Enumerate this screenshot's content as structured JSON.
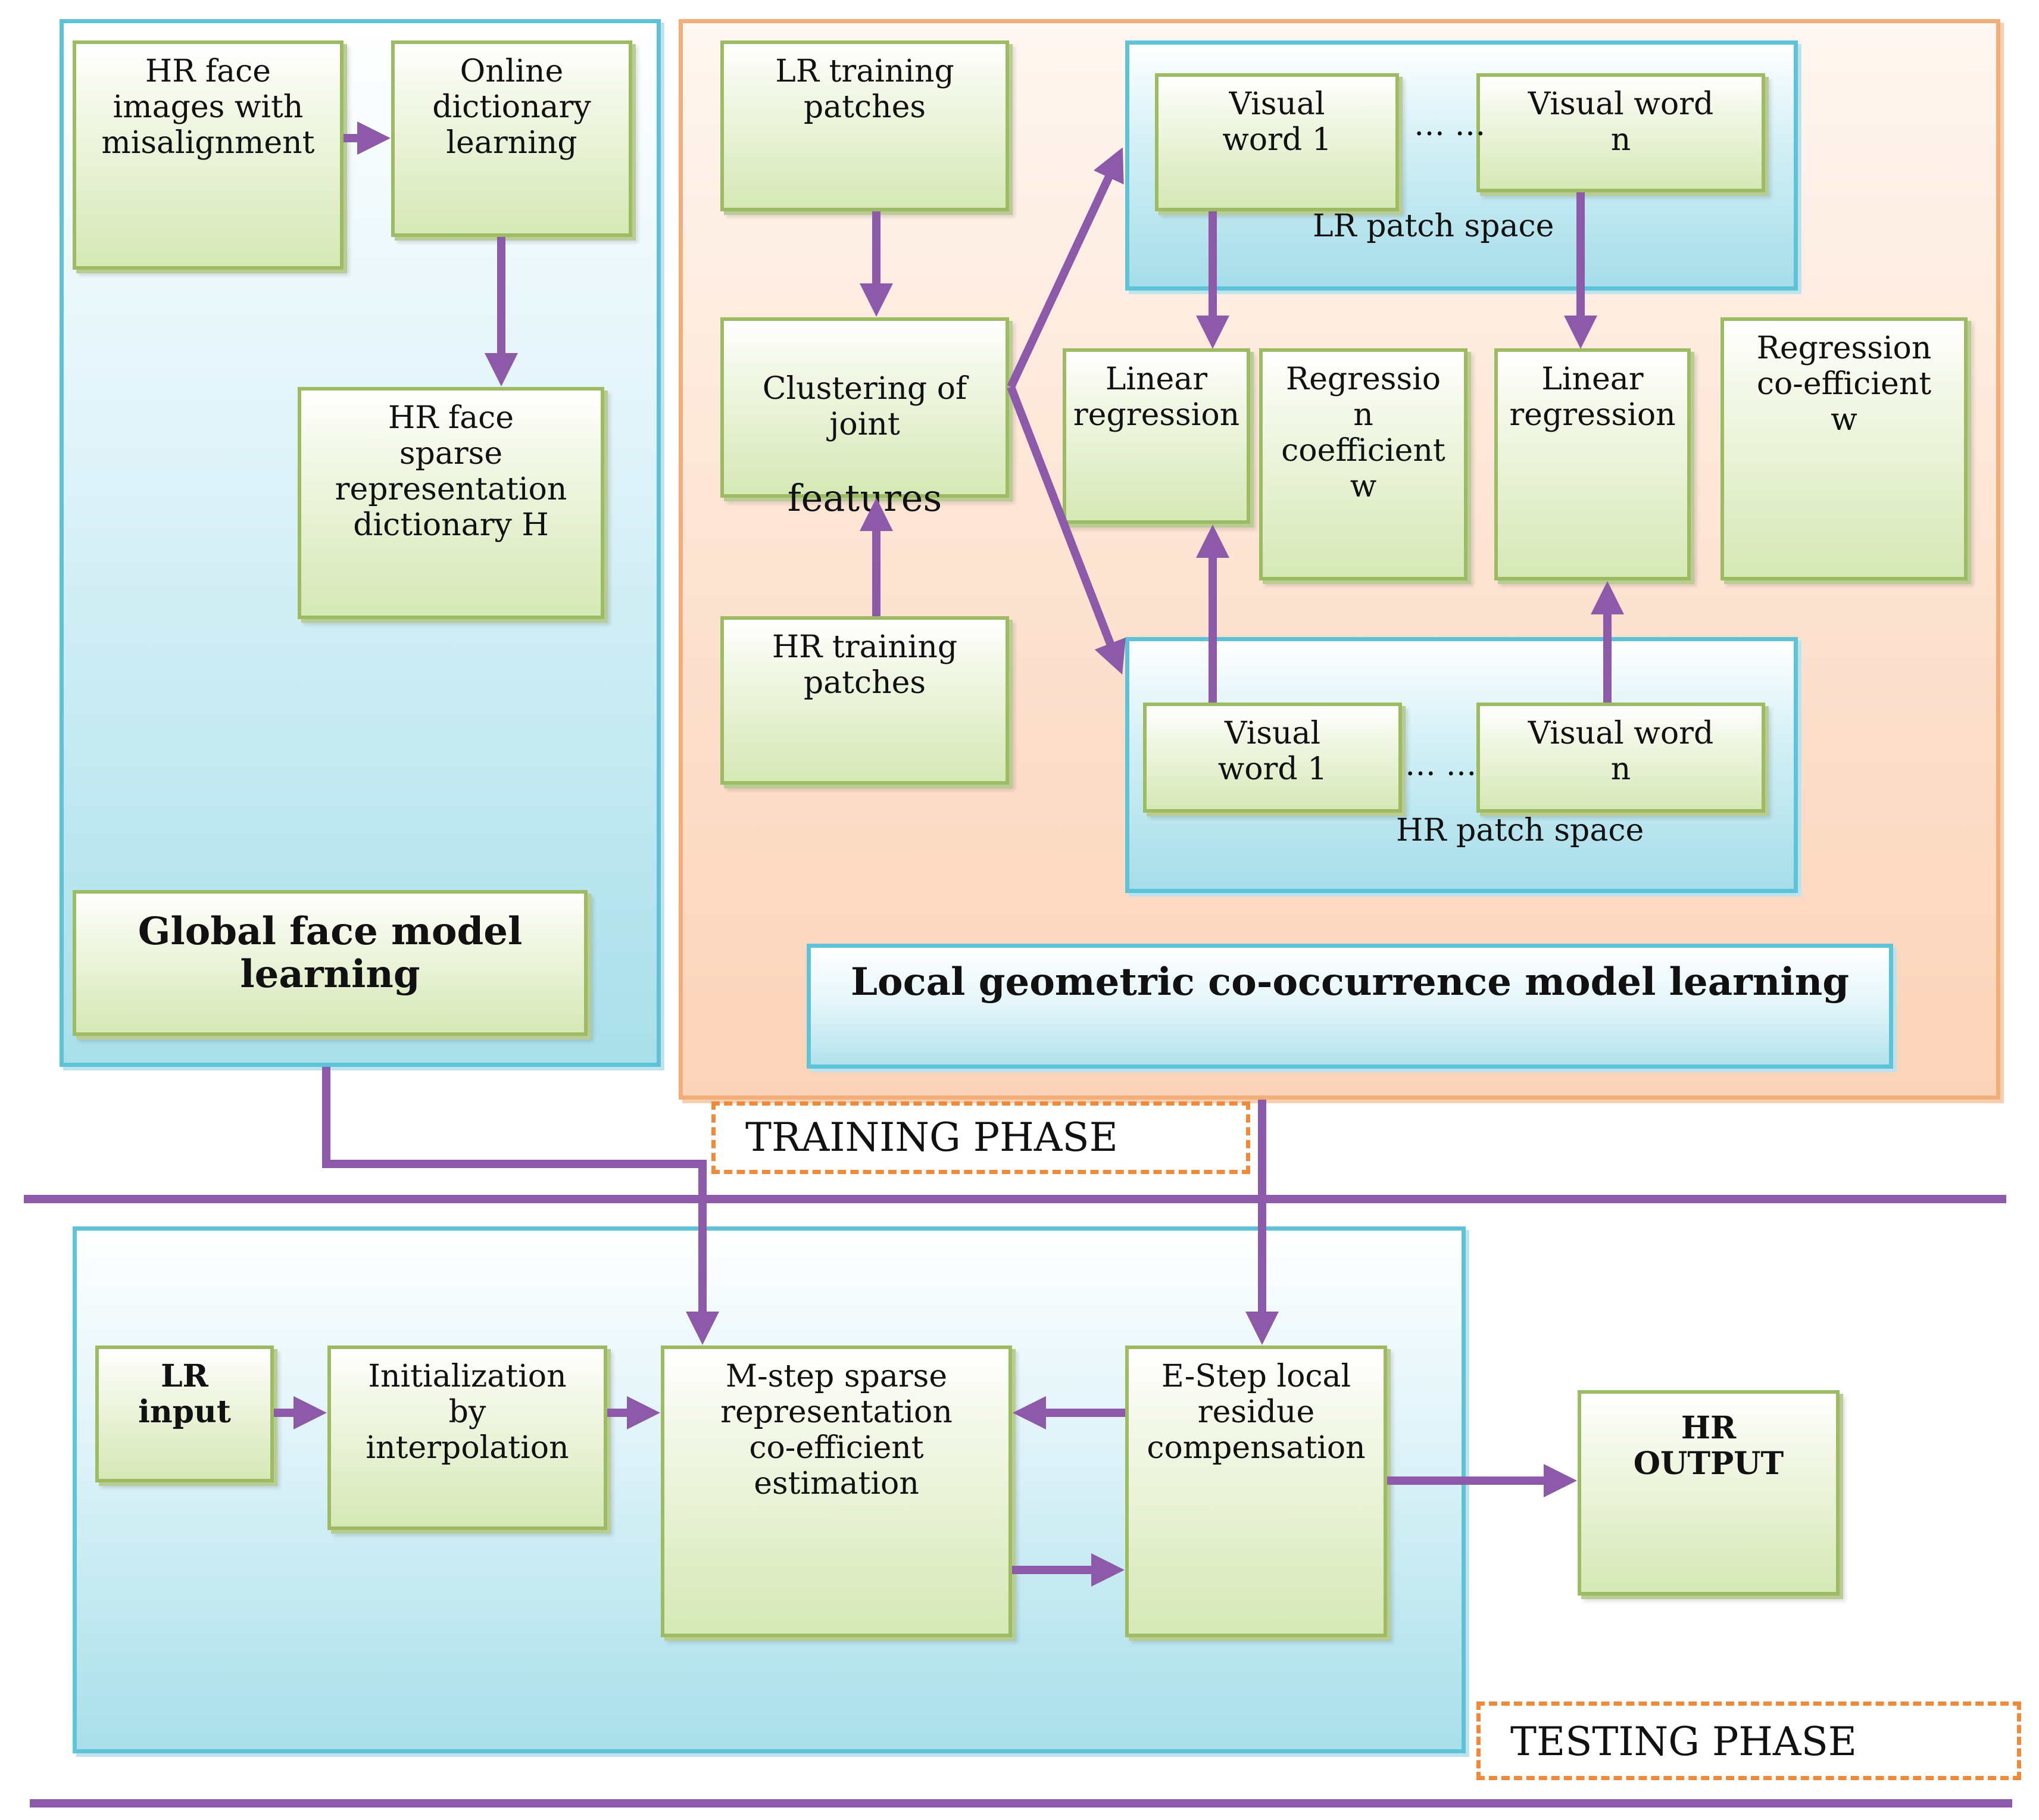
{
  "training": {
    "global_panel_title": "Global face model\nlearning",
    "hr_face_images": "HR face\nimages with\nmisalignment",
    "online_dictionary": "Online\ndictionary\nlearning",
    "hr_dictionary": "HR face\nsparse\nrepresentation\ndictionary H",
    "lr_training_patches": "LR training\npatches",
    "clustering": "Clustering of\njoint",
    "clustering_features": "features",
    "hr_training_patches": "HR training\npatches",
    "lr_visual_word_1": "Visual\nword 1",
    "lr_visual_word_n": "Visual word\nn",
    "lr_ellipsis": "… …",
    "lr_patch_space": "LR patch space",
    "linear_regression_1": "Linear\nregression",
    "regression_coefficient_1": "Regressio\nn\ncoefficient\nw",
    "linear_regression_2": "Linear\nregression",
    "regression_coefficient_2": "Regression\nco-efficient\nw",
    "hr_visual_word_1": "Visual\nword 1",
    "hr_visual_word_n": "Visual word\nn",
    "hr_ellipsis": "… …",
    "hr_patch_space": "HR patch space",
    "local_model_title": "Local geometric co-occurrence model learning",
    "phase_label": "TRAINING PHASE"
  },
  "testing": {
    "lr_input": "LR\ninput",
    "initialization": "Initialization\nby\ninterpolation",
    "m_step": "M-step sparse\nrepresentation\nco-efficient\nestimation",
    "e_step": "E-Step local\nresidue\ncompensation",
    "hr_output": "HR\nOUTPUT",
    "phase_label": "TESTING PHASE"
  },
  "colors": {
    "arrow": "#8c5aa8",
    "box_border": "#9dbb62",
    "blue_border": "#5fc3d8",
    "orange_border": "#f3ad78",
    "phase_dash": "#ef8a3a"
  }
}
